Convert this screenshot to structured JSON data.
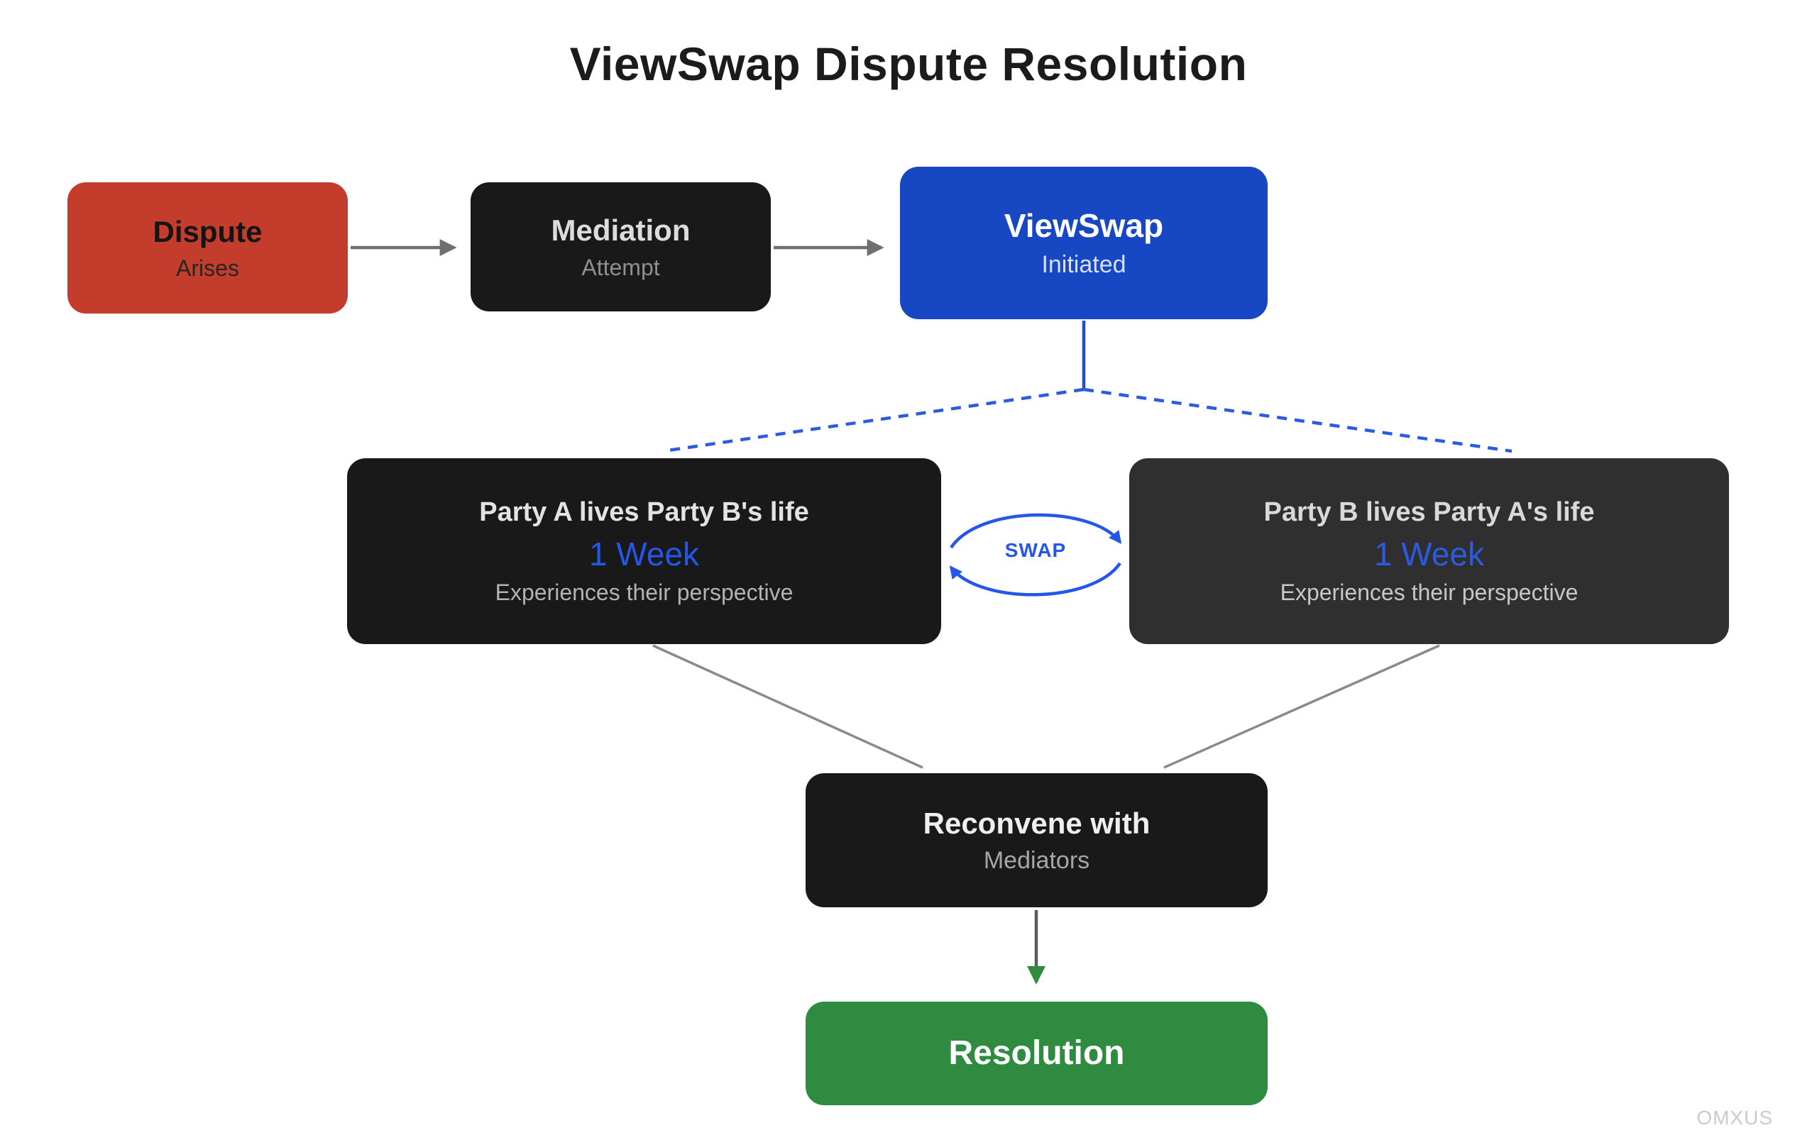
{
  "title": "ViewSwap Dispute Resolution",
  "watermark": "OMXUS",
  "labels": {
    "swap": "SWAP"
  },
  "nodes": {
    "dispute": {
      "title": "Dispute",
      "subtitle": "Arises"
    },
    "mediation": {
      "title": "Mediation",
      "subtitle": "Attempt"
    },
    "viewswap": {
      "title": "ViewSwap",
      "subtitle": "Initiated"
    },
    "party_a": {
      "title": "Party A lives Party B's life",
      "duration": "1 Week",
      "subtitle": "Experiences their perspective"
    },
    "party_b": {
      "title": "Party B lives Party A's life",
      "duration": "1 Week",
      "subtitle": "Experiences their perspective"
    },
    "reconvene": {
      "title": "Reconvene with",
      "subtitle": "Mediators"
    },
    "resolution": {
      "title": "Resolution"
    }
  },
  "colors": {
    "dispute_bg": "#c43d2c",
    "dark_node_bg": "#191919",
    "party_b_bg": "#2f2f2f",
    "viewswap_bg": "#1847c4",
    "resolution_bg": "#2e8b40",
    "accent_blue": "#2456e8",
    "arrow_gray": "#6f6f6f"
  }
}
